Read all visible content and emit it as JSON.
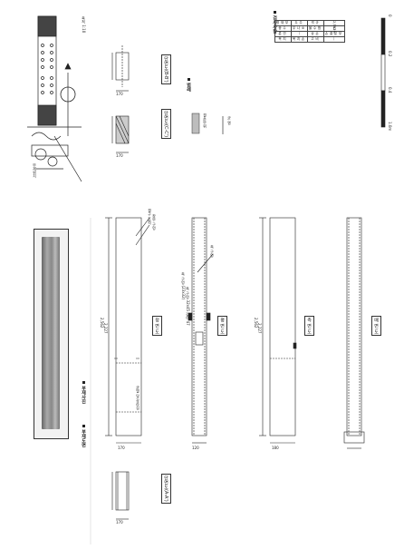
{
  "sections": {
    "photo": "부재사진",
    "drawing": "부재도면",
    "legend": "범례",
    "inspection": "검사사항"
  },
  "view_labels": {
    "section_a": "단면도(A-A')",
    "section_b": "단면도(B-B')",
    "section_c": "단면도(C-C')",
    "front": "정 면 도",
    "top": "평 면 도",
    "side": "측 면 도",
    "bottom": "배 면 도"
  },
  "scale_note": "축척 1:10",
  "location_note": "부재위치",
  "dimensions": {
    "total_length": "2,562",
    "inner_length": "2,227",
    "width_1": "170",
    "width_2": "120",
    "width_3": "180",
    "end_dim": "170"
  },
  "annotations": {
    "a1": "결구 흔적",
    "a2": "장부 구멍",
    "a3": "촉 구멍",
    "a4": "균열 및 갈라짐",
    "a5": "촉 구멍 (23x32)",
    "a6": "촉 구멍 32x45 깊이 47"
  },
  "legend_items": {
    "damage": "결손부위",
    "crack": "균 열"
  },
  "table": {
    "rows": [
      [
        "부재명",
        "주 두",
        "규격",
        "2,562"
      ],
      [
        "수종",
        "소나무",
        "함수율",
        "12%"
      ],
      [
        "연륜",
        "—",
        "손상",
        "부분 결손"
      ],
      [
        "치목",
        "손 치목",
        "비고",
        "—"
      ]
    ]
  },
  "scale_bar": {
    "ticks": [
      "0",
      "0.2",
      "0.4",
      "1.0m"
    ]
  }
}
